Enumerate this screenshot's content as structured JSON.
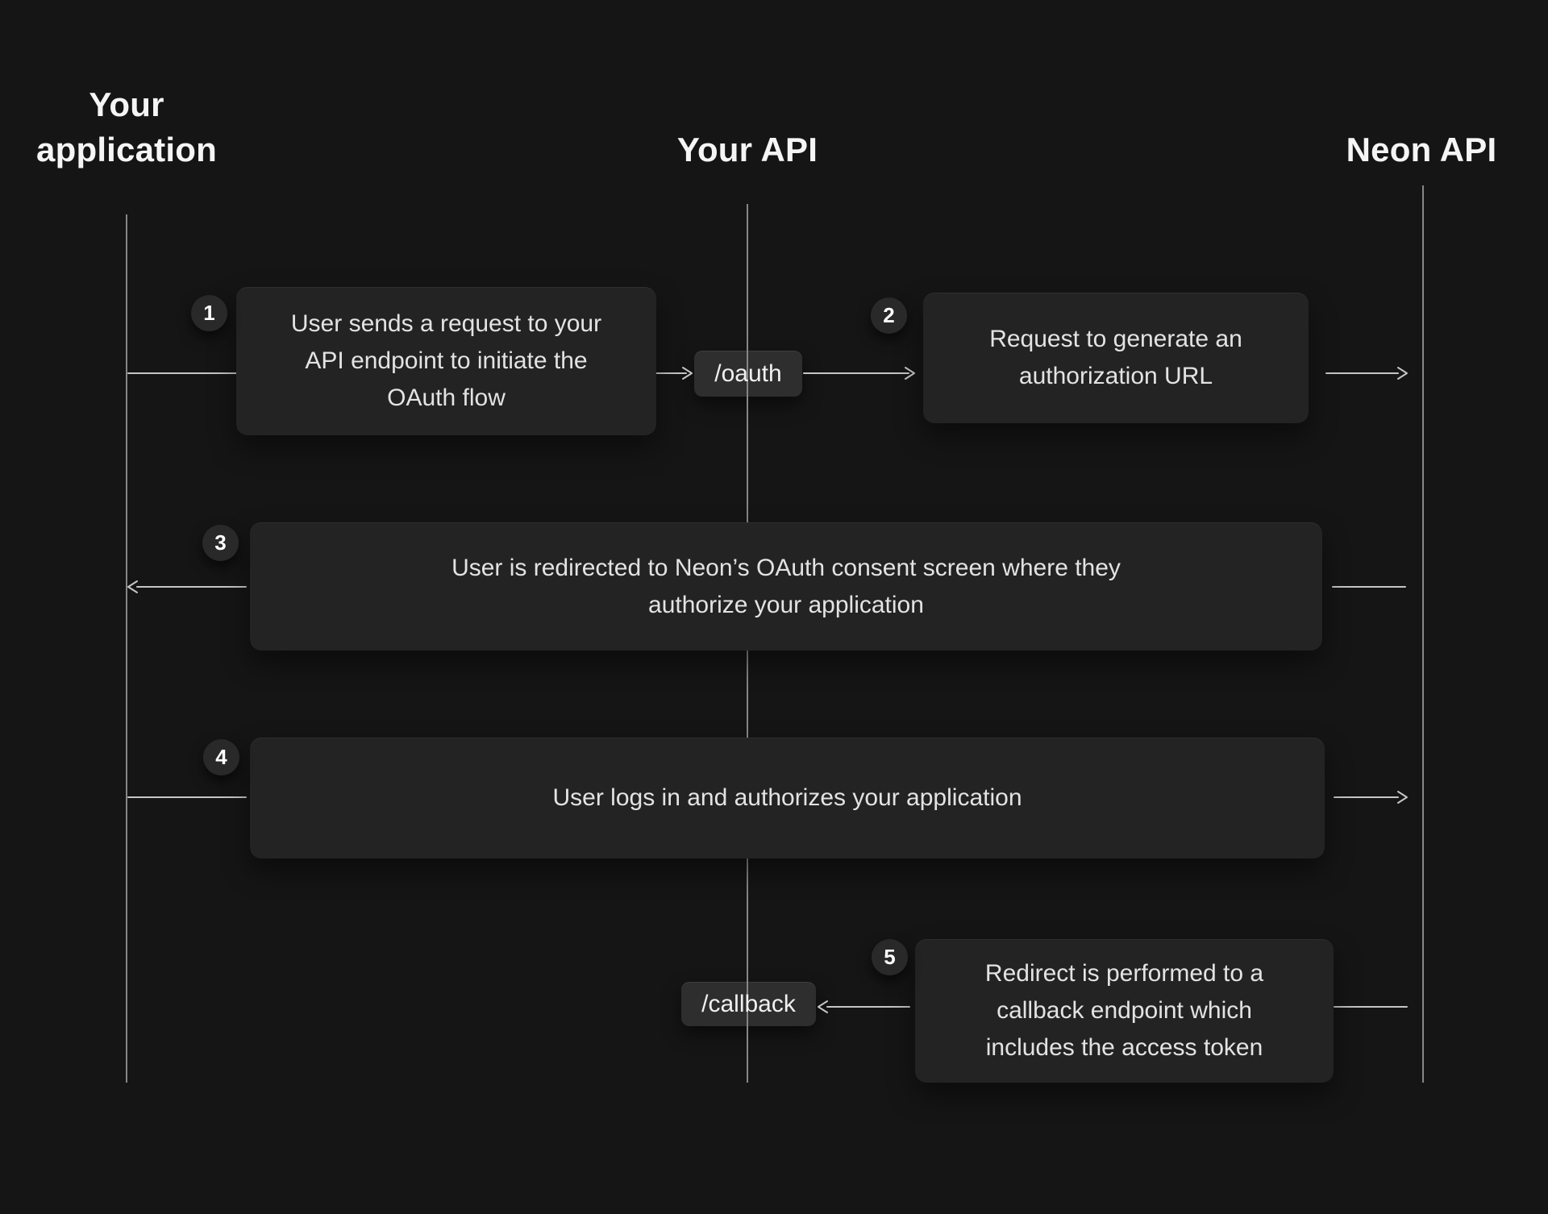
{
  "actors": [
    {
      "label": "Your application"
    },
    {
      "label": "Your API"
    },
    {
      "label": "Neon API"
    }
  ],
  "endpoints": [
    {
      "label": "/oauth"
    },
    {
      "label": "/callback"
    }
  ],
  "steps": [
    {
      "number": "1",
      "text": "User sends a request to your API endpoint to initiate the OAuth flow",
      "from": "Your application",
      "to": "Your API"
    },
    {
      "number": "2",
      "text": "Request to generate an authorization URL",
      "from": "Your API",
      "to": "Neon API"
    },
    {
      "number": "3",
      "text": "User is redirected to Neon’s OAuth consent screen where they authorize your application",
      "from": "Neon API",
      "to": "Your application"
    },
    {
      "number": "4",
      "text": "User logs in and authorizes your application",
      "from": "Your application",
      "to": "Neon API"
    },
    {
      "number": "5",
      "text": "Redirect is performed to a callback endpoint which includes the access token",
      "from": "Neon API",
      "to": "Your API"
    }
  ],
  "colors": {
    "background": "#151515",
    "box_fill": "#232323",
    "chip_fill": "#2e2e2e",
    "badge_fill": "#292929",
    "lifeline": "#868686",
    "arrow": "#c6c6c6",
    "heading_text": "#f5f5f5",
    "body_text": "#e3e3e3"
  }
}
